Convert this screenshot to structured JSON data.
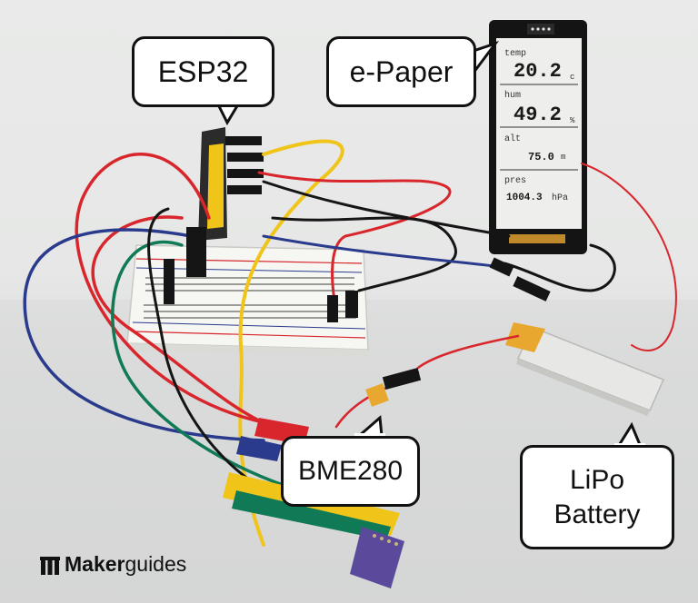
{
  "callouts": {
    "esp32": "ESP32",
    "epaper": "e-Paper",
    "bme280": "BME280",
    "lipo_line1": "LiPo",
    "lipo_line2": "Battery"
  },
  "display": {
    "temp_label": "temp",
    "temp_value": "20.2",
    "temp_unit": "c",
    "hum_label": "hum",
    "hum_value": "49.2",
    "hum_unit": "%",
    "alt_label": "alt",
    "alt_value": "75.0",
    "alt_unit": "m",
    "pres_label": "pres",
    "pres_value": "1004.3",
    "pres_unit": "hPa"
  },
  "logo": {
    "text_bold": "Maker",
    "text_regular": "guides"
  },
  "colors": {
    "wire_red": "#d8262c",
    "wire_black": "#151515",
    "wire_yellow": "#f0c419",
    "wire_blue": "#2a3a8c",
    "wire_green": "#0f7a55",
    "breadboard": "#f4f4f2",
    "sensor_board": "#5b4a9c"
  }
}
